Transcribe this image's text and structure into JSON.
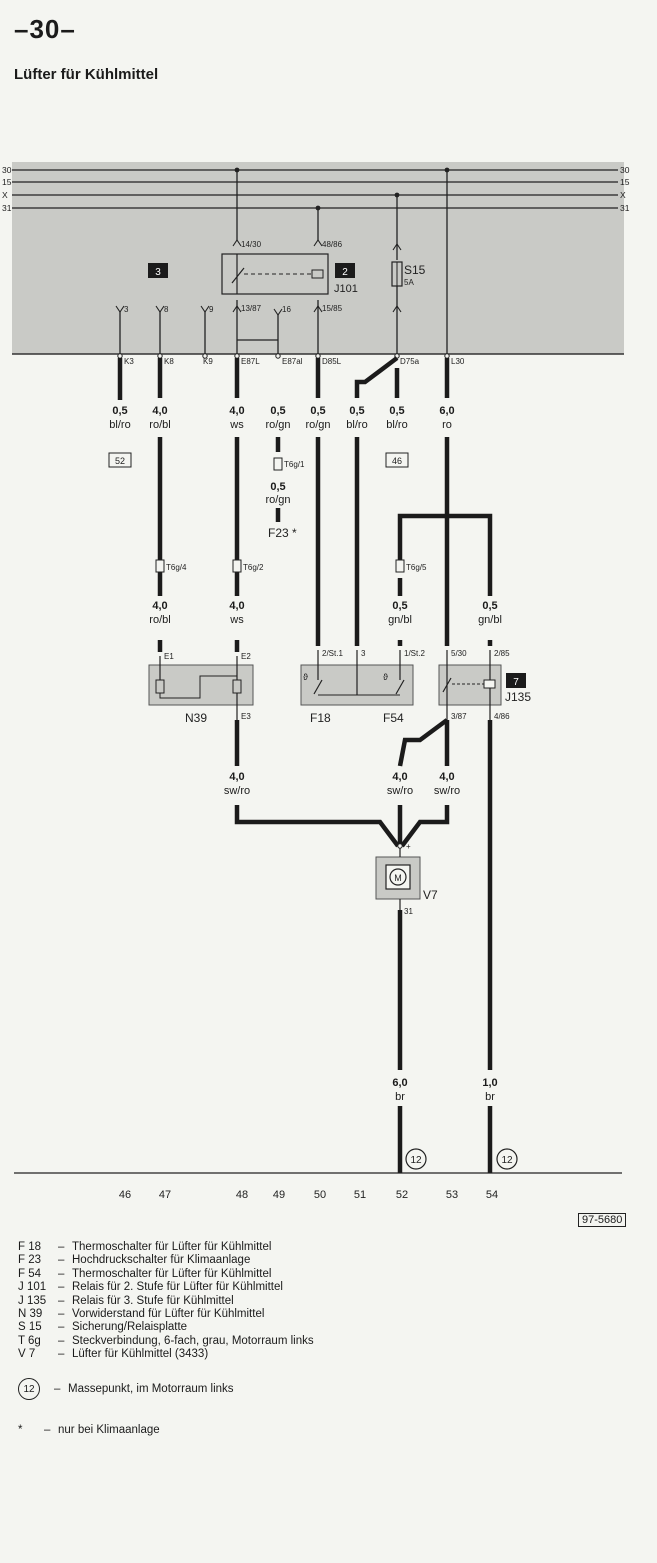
{
  "header": {
    "page_number": "–30–",
    "title": "Lüfter für Kühlmittel"
  },
  "rails": {
    "labels": [
      "30",
      "15",
      "X",
      "31"
    ]
  },
  "relay_plate": {
    "slot_badges": [
      "3",
      "2",
      "7"
    ],
    "terminals": [
      "K3",
      "K8",
      "K9",
      "E87L",
      "E87al",
      "D85L",
      "D75a",
      "L30"
    ],
    "connector_codes": [
      "3",
      "8",
      "9",
      "14/30",
      "13/87",
      "16",
      "48/86",
      "15/85"
    ],
    "j101_label": "J101",
    "s15_label": "S15",
    "s15_rating": "5A"
  },
  "wires": [
    {
      "size": "0,5",
      "color": "bl/ro"
    },
    {
      "size": "4,0",
      "color": "ro/bl"
    },
    {
      "size": "4,0",
      "color": "ws"
    },
    {
      "size": "0,5",
      "color": "ro/gn"
    },
    {
      "size": "0,5",
      "color": "ro/gn"
    },
    {
      "size": "0,5",
      "color": "bl/ro"
    },
    {
      "size": "0,5",
      "color": "bl/ro"
    },
    {
      "size": "6,0",
      "color": "ro"
    }
  ],
  "references": [
    "52",
    "46"
  ],
  "f23": {
    "connector": "T6g/1",
    "size": "0,5",
    "color": "ro/gn",
    "label": "F23 *"
  },
  "connectors": [
    "T6g/4",
    "T6g/2",
    "T6g/5"
  ],
  "mid_wires": [
    {
      "size": "4,0",
      "color": "ro/bl"
    },
    {
      "size": "4,0",
      "color": "ws"
    },
    {
      "size": "0,5",
      "color": "gn/bl"
    },
    {
      "size": "0,5",
      "color": "gn/bl"
    }
  ],
  "components": {
    "n39": {
      "label": "N39",
      "pins": [
        "E1",
        "E2",
        "E3"
      ]
    },
    "f18": {
      "label": "F18",
      "pins": [
        "2/St.1",
        "3"
      ]
    },
    "f54": {
      "label": "F54",
      "pins": [
        "1/St.2"
      ]
    },
    "j135": {
      "label": "J135",
      "pins": [
        "5/30",
        "2/85",
        "3/87",
        "4/86"
      ]
    },
    "v7": {
      "label": "V7",
      "pins": [
        "+",
        "31"
      ]
    }
  },
  "lower_wires": [
    {
      "size": "4,0",
      "color": "sw/ro"
    },
    {
      "size": "4,0",
      "color": "sw/ro"
    },
    {
      "size": "4,0",
      "color": "sw/ro"
    }
  ],
  "ground_wires": [
    {
      "size": "6,0",
      "color": "br"
    },
    {
      "size": "1,0",
      "color": "br"
    }
  ],
  "ground_points": [
    "12",
    "12"
  ],
  "column_numbers": [
    "46",
    "47",
    "48",
    "49",
    "50",
    "51",
    "52",
    "53",
    "54"
  ],
  "ref_code": "97-5680",
  "legend": [
    {
      "code": "F 18",
      "text": "Thermoschalter für Lüfter für Kühlmittel"
    },
    {
      "code": "F 23",
      "text": "Hochdruckschalter für Klimaanlage"
    },
    {
      "code": "F 54",
      "text": "Thermoschalter für Lüfter für Kühlmittel"
    },
    {
      "code": "J 101",
      "text": "Relais für 2. Stufe für Lüfter für Kühlmittel"
    },
    {
      "code": "J 135",
      "text": "Relais für 3. Stufe für Kühlmittel"
    },
    {
      "code": "N 39",
      "text": "Vorwiderstand für Lüfter für Kühlmittel"
    },
    {
      "code": "S 15",
      "text": "Sicherung/Relaisplatte"
    },
    {
      "code": "T 6g",
      "text": "Steckverbindung, 6-fach, grau, Motorraum links"
    },
    {
      "code": "V 7",
      "text": "Lüfter für Kühlmittel (3433)"
    }
  ],
  "mass_point": {
    "number": "12",
    "text": "Massepunkt, im Motorraum links"
  },
  "note": {
    "symbol": "*",
    "text": "nur bei Klimaanlage"
  }
}
